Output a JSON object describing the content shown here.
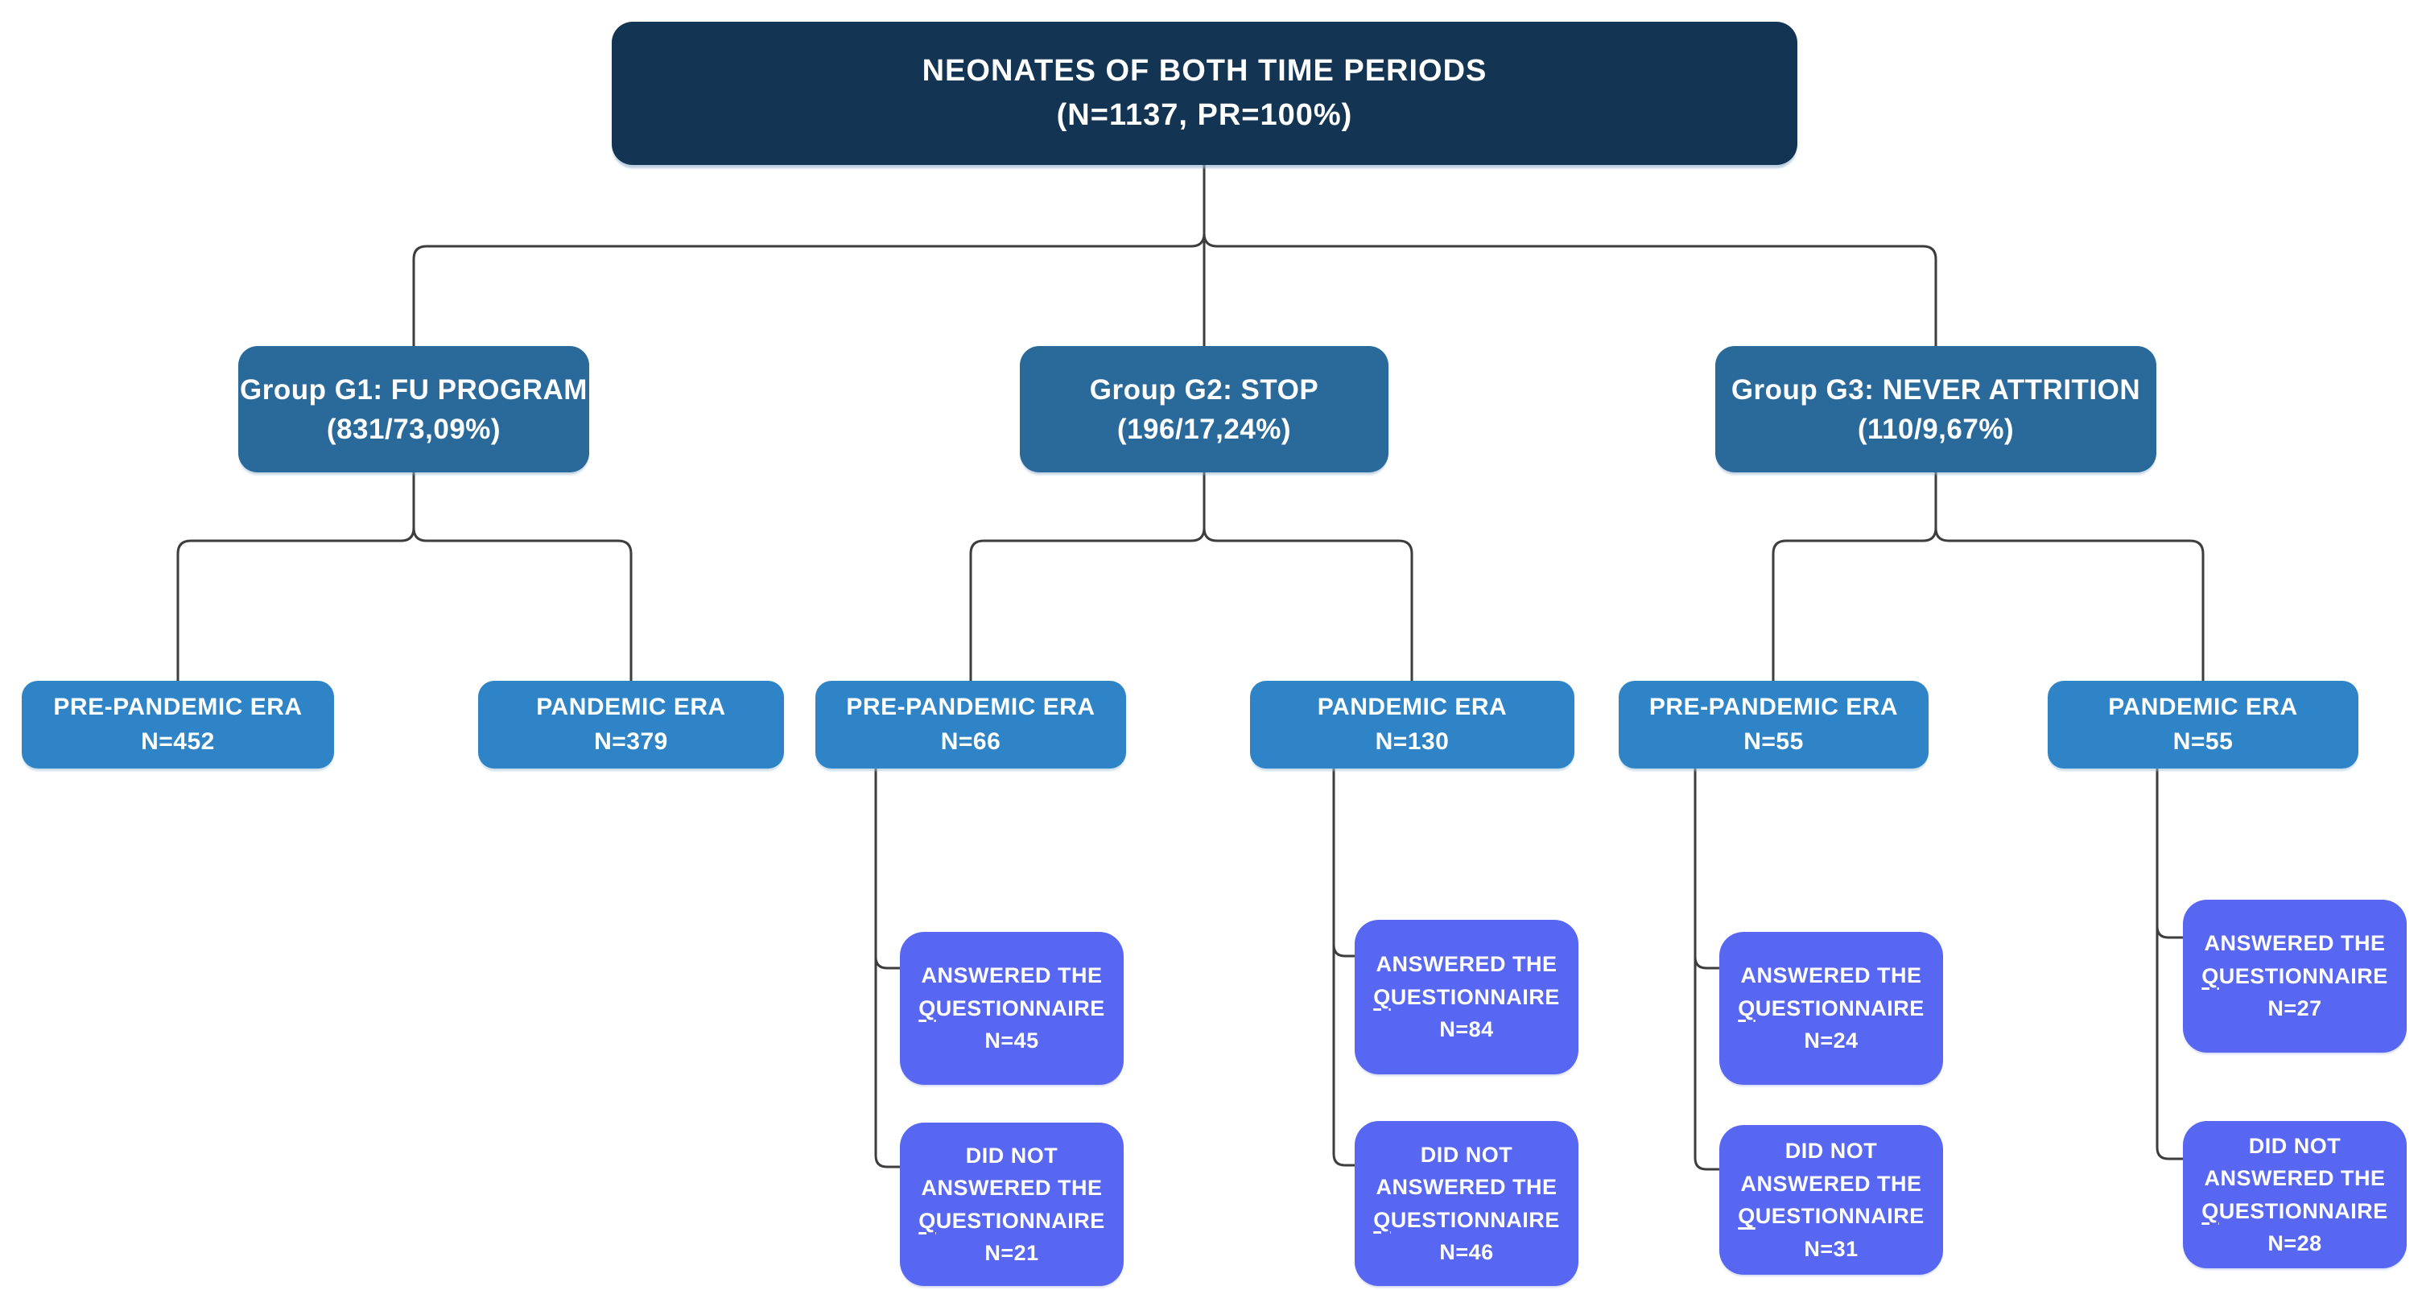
{
  "colors": {
    "root_box": "#133553",
    "group_box": "#2a6a9b",
    "era_box": "#2e84c7",
    "questionnaire_box": "#5767f1",
    "connector_line": "#3d3d3d",
    "text": "#ffffff",
    "background": "#ffffff"
  },
  "root": {
    "title": "NEONATES OF BOTH TIME PERIODS",
    "subtitle": "(N=1137, PR=100%)"
  },
  "groups": [
    {
      "title": "Group G1: FU PROGRAM",
      "subtitle": "(831/73,09%)"
    },
    {
      "title": "Group G2: STOP",
      "subtitle": "(196/17,24%)"
    },
    {
      "title": "Group G3: NEVER ATTRITION",
      "subtitle": "(110/9,67%)"
    }
  ],
  "eras": [
    {
      "title": "PRE-PANDEMIC ERA",
      "n": "N=452"
    },
    {
      "title": "PANDEMIC ERA",
      "n": "N=379"
    },
    {
      "title": "PRE-PANDEMIC ERA",
      "n": "N=66"
    },
    {
      "title": "PANDEMIC ERA",
      "n": "N=130"
    },
    {
      "title": "PRE-PANDEMIC ERA",
      "n": "N=55"
    },
    {
      "title": "PANDEMIC ERA",
      "n": "N=55"
    }
  ],
  "outcomes": [
    {
      "answered": {
        "line1": "ANSWERED THE",
        "q": "Q",
        "rest": "UESTIONNAIRE",
        "n": "N=45"
      },
      "did_not": {
        "line1": "DID NOT",
        "line2": "ANSWERED THE",
        "q": "Q",
        "rest": "UESTIONNAIRE",
        "n": "N=21"
      }
    },
    {
      "answered": {
        "line1": "ANSWERED THE",
        "q": "Q",
        "rest": "UESTIONNAIRE",
        "n": "N=84"
      },
      "did_not": {
        "line1": "DID NOT",
        "line2": "ANSWERED THE",
        "q": "Q",
        "rest": "UESTIONNAIRE",
        "n": "N=46"
      }
    },
    {
      "answered": {
        "line1": "ANSWERED THE",
        "q": "Q",
        "rest": "UESTIONNAIRE",
        "n": "N=24"
      },
      "did_not": {
        "line1": "DID NOT",
        "line2": "ANSWERED THE",
        "q": "Q",
        "rest": "UESTIONNAIRE",
        "n": "N=31"
      }
    },
    {
      "answered": {
        "line1": "ANSWERED THE",
        "q": "Q",
        "rest": "UESTIONNAIRE",
        "n": "N=27"
      },
      "did_not": {
        "line1": "DID NOT",
        "line2": "ANSWERED THE",
        "q": "Q",
        "rest": "UESTIONNAIRE",
        "n": "N=28"
      }
    }
  ]
}
